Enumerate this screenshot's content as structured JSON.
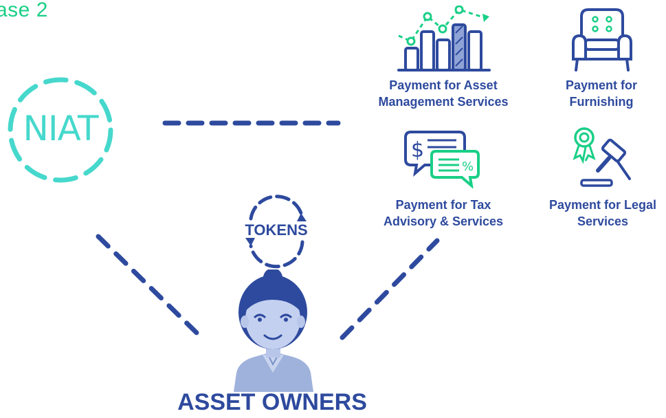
{
  "phase_label": "ase 2",
  "niat_label": "NIAT",
  "tokens_label": "TOKENS",
  "owners_label": "ASSET OWNERS",
  "services": [
    {
      "label": "Payment for Asset\nManagement Services",
      "icon": "bar-chart-growth-icon"
    },
    {
      "label": "Payment for\nFurnishing",
      "icon": "armchair-icon"
    },
    {
      "label": "Payment for Tax\nAdvisory & Services",
      "icon": "tax-invoice-chat-icon"
    },
    {
      "label": "Payment for Legal\nServices",
      "icon": "gavel-award-icon"
    }
  ],
  "colors": {
    "primary": "#2e4a9e",
    "teal": "#46d8cc",
    "green": "#19cf86",
    "light_blue": "#9fb2dc"
  }
}
